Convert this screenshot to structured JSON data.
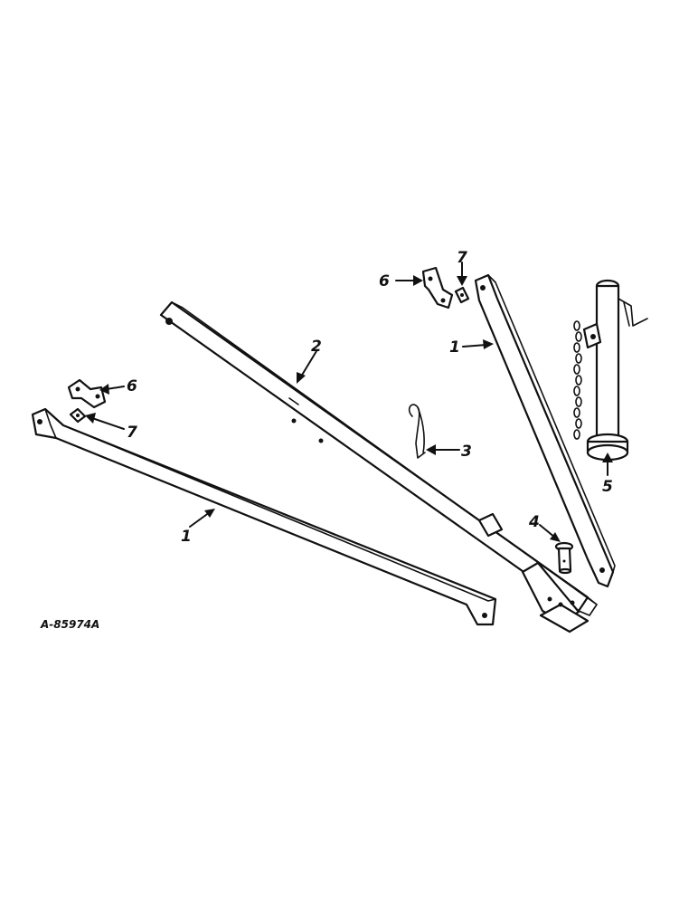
{
  "drawing_id": "A-85974A",
  "callouts": {
    "brace_left": "1",
    "brace_right": "1",
    "tongue": "2",
    "hitch_pin_clip": "3",
    "hitch_pin": "4",
    "jack": "5",
    "bracket_left": "6",
    "bracket_right": "6",
    "plate_left": "7",
    "plate_right": "7"
  },
  "colors": {
    "ink": "#111111",
    "paper": "#ffffff"
  }
}
